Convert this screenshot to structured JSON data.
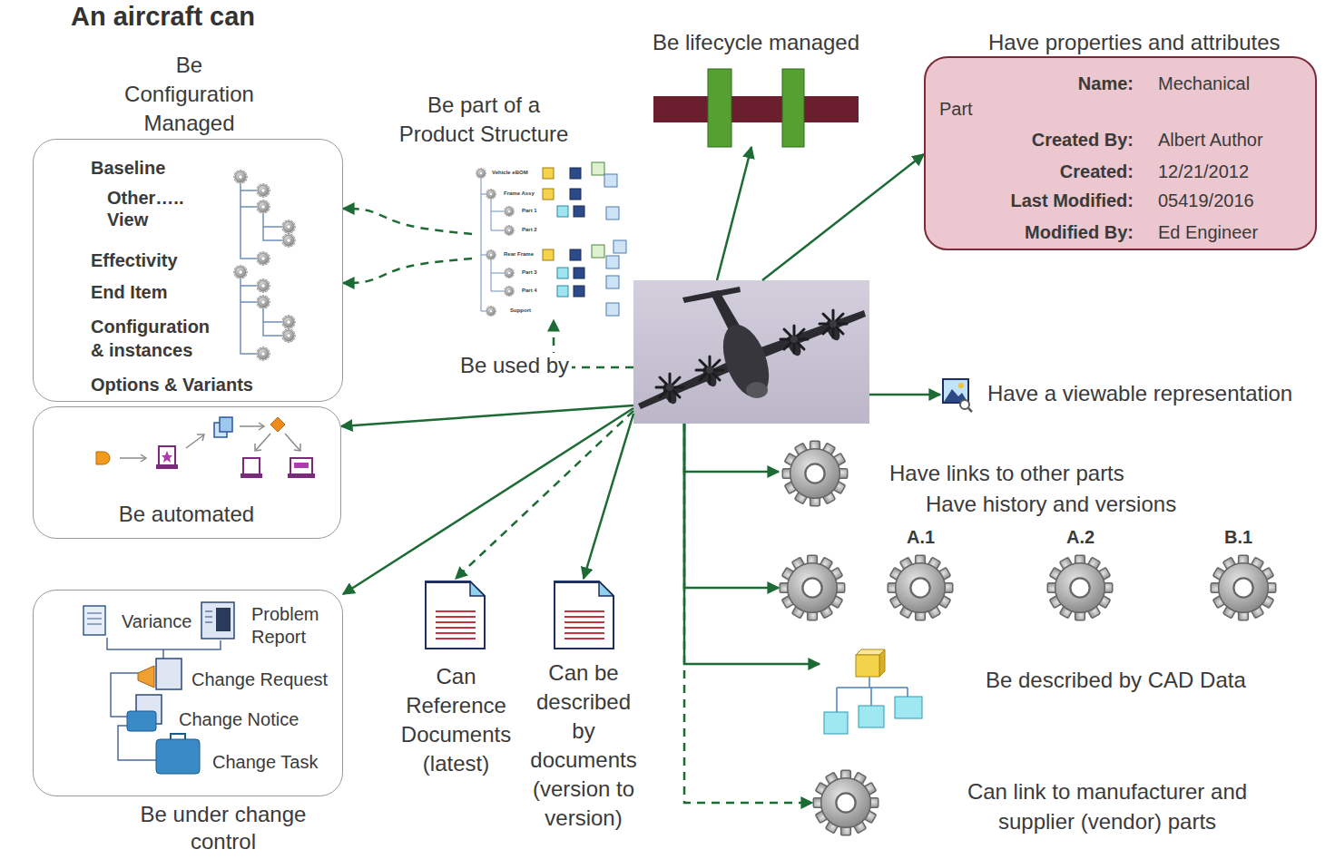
{
  "diagram": {
    "title": "An aircraft can",
    "nodes": [
      {
        "text": [
          "Be Configuration Managed",
          "Baseline",
          "Other….. View",
          "Effectivity",
          "End Item",
          "Configuration & instances",
          "Options & Variants"
        ]
      },
      {
        "text": [
          "Be part of a Product Structure",
          "Vehicle eBOM",
          "Frame Assy",
          "Part 1",
          "Part 2",
          "Rear Frame",
          "Part 3",
          "Part 4",
          "Support"
        ]
      },
      {
        "text": [
          "Be lifecycle managed"
        ]
      },
      {
        "text": [
          "Have properties and attributes",
          "Name:",
          "Mechanical Part",
          "Created By:",
          "Albert Author",
          "Created:",
          "12/21/2012",
          "Last Modified:",
          "05419/2016",
          "Modified By:",
          "Ed Engineer"
        ]
      },
      {
        "text": []
      },
      {
        "text": [
          "Have a viewable representation"
        ]
      },
      {
        "text": [
          "Be automated"
        ]
      },
      {
        "text": [
          "Have links to other parts"
        ]
      },
      {
        "text": [
          "Have history and versions",
          "A.1",
          "A.2",
          "B.1"
        ]
      },
      {
        "text": [
          "Can Reference Documents (latest)"
        ]
      },
      {
        "text": [
          "Can be described by documents (version to version)"
        ]
      },
      {
        "text": [
          "Be described by CAD Data"
        ]
      },
      {
        "text": [
          "Variance",
          "Problem Report",
          "Change Request",
          "Change Notice",
          "Change Task",
          "Be under change control"
        ]
      },
      {
        "text": [
          "Can link to manufacturer and supplier (vendor) parts"
        ]
      }
    ],
    "edges": [
      {
        "from": 1,
        "to": 0,
        "arrow": "to"
      },
      {
        "from": 1,
        "to": 0,
        "arrow": "to"
      },
      {
        "from": 4,
        "to": 1,
        "arrow": "to",
        "label": "Be used by"
      },
      {
        "from": 4,
        "to": 6,
        "arrow": "to"
      },
      {
        "from": 4,
        "to": 12,
        "arrow": "to"
      },
      {
        "from": 4,
        "to": 9,
        "arrow": "to"
      },
      {
        "from": 4,
        "to": 10,
        "arrow": "to"
      },
      {
        "from": 4,
        "to": 2,
        "arrow": "to"
      },
      {
        "from": 4,
        "to": 3,
        "arrow": "to"
      },
      {
        "from": 4,
        "to": 5,
        "arrow": "to"
      },
      {
        "from": 4,
        "to": 7,
        "arrow": "to"
      },
      {
        "from": 4,
        "to": 8,
        "arrow": "to"
      },
      {
        "from": 4,
        "to": 11,
        "arrow": "to"
      },
      {
        "from": 4,
        "to": 13,
        "arrow": "to"
      }
    ]
  }
}
